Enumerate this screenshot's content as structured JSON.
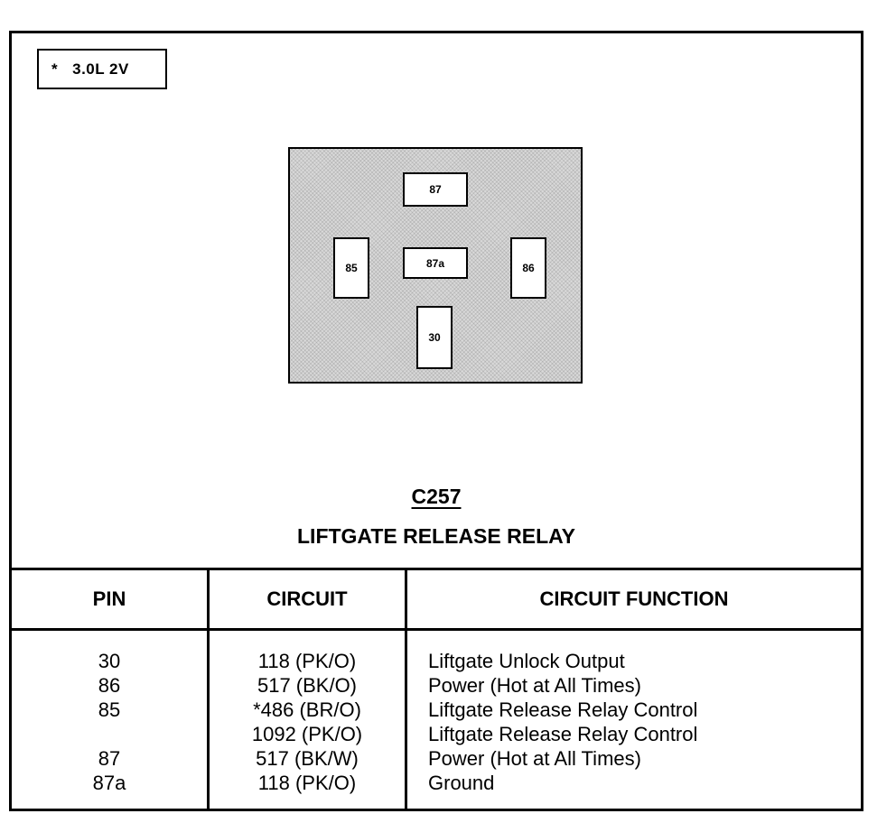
{
  "note": {
    "star": "*",
    "text": "3.0L 2V"
  },
  "connector": {
    "pins": {
      "p87": "87",
      "p87a": "87a",
      "p85": "85",
      "p86": "86",
      "p30": "30"
    },
    "id": "C257",
    "name": "LIFTGATE RELEASE RELAY"
  },
  "table": {
    "headers": {
      "pin": "PIN",
      "circuit": "CIRCUIT",
      "function": "CIRCUIT FUNCTION"
    },
    "rows": [
      {
        "pin": "30",
        "circuit": "118 (PK/O)",
        "function": "Liftgate Unlock Output"
      },
      {
        "pin": "86",
        "circuit": "517 (BK/O)",
        "function": "Power (Hot at All Times)"
      },
      {
        "pin": "85",
        "circuit": "*486 (BR/O)",
        "function": "Liftgate Release Relay Control"
      },
      {
        "pin": "",
        "circuit": "1092 (PK/O)",
        "function": "Liftgate Release Relay Control"
      },
      {
        "pin": "87",
        "circuit": "517 (BK/W)",
        "function": "Power (Hot at All Times)"
      },
      {
        "pin": "87a",
        "circuit": "118 (PK/O)",
        "function": "Ground"
      }
    ]
  }
}
